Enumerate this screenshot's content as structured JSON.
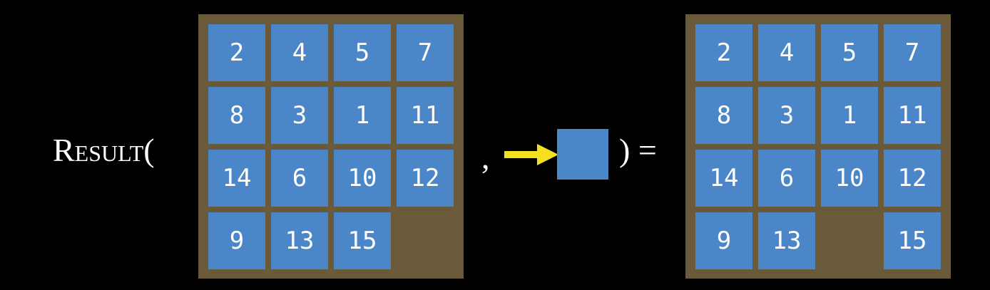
{
  "expression": {
    "function_name": "Result(",
    "separator": ",",
    "close_equals": ") ="
  },
  "action": {
    "arrow_icon": "right-arrow-icon",
    "arrow_color": "#f5e020",
    "tile_color": "#4a86c8"
  },
  "colors": {
    "background": "#000000",
    "board": "#6b5a3a",
    "tile": "#4a86c8",
    "tile_text": "#ffffff"
  },
  "board_before": {
    "rows": [
      [
        "2",
        "4",
        "5",
        "7"
      ],
      [
        "8",
        "3",
        "1",
        "11"
      ],
      [
        "14",
        "6",
        "10",
        "12"
      ],
      [
        "9",
        "13",
        "15",
        ""
      ]
    ]
  },
  "board_after": {
    "rows": [
      [
        "2",
        "4",
        "5",
        "7"
      ],
      [
        "8",
        "3",
        "1",
        "11"
      ],
      [
        "14",
        "6",
        "10",
        "12"
      ],
      [
        "9",
        "13",
        "",
        "15"
      ]
    ]
  }
}
